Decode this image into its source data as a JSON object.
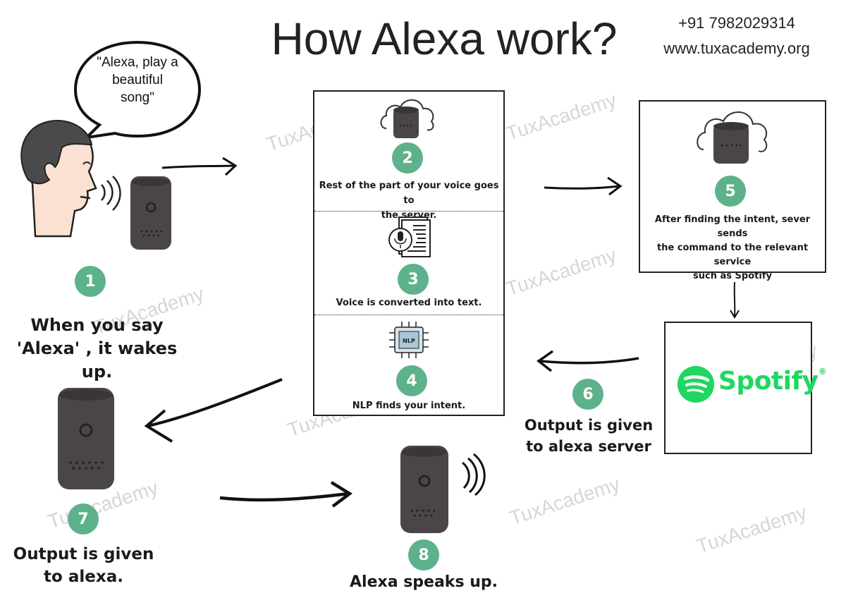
{
  "header": {
    "title": "How Alexa work?",
    "phone": "+91 7982029314",
    "website": "www.tuxacademy.org"
  },
  "speech_bubble": {
    "line1": "\"Alexa, play a",
    "line2": "beautiful",
    "line3": "song\""
  },
  "steps": {
    "s1": {
      "num": "1",
      "line1": "When you say",
      "line2": "'Alexa' , it wakes up."
    },
    "s2": {
      "num": "2",
      "line1": "Rest of the part of your voice goes to",
      "line2": "the server."
    },
    "s3": {
      "num": "3",
      "text": "Voice  is converted into text."
    },
    "s4": {
      "num": "4",
      "text": "NLP finds your intent.",
      "chip_label": "NLP"
    },
    "s5": {
      "num": "5",
      "line1": "After finding the intent, sever sends",
      "line2": "the command to the relevant service",
      "line3": "such as Spotify"
    },
    "s6": {
      "num": "6",
      "line1": "Output is given",
      "line2": "to alexa server"
    },
    "s7": {
      "num": "7",
      "line1": "Output is given",
      "line2": "to alexa."
    },
    "s8": {
      "num": "8",
      "text": "Alexa speaks up."
    }
  },
  "spotify": {
    "wordmark": "Spotify",
    "reg": "®"
  },
  "watermark": {
    "text": "TuxAcademy"
  },
  "colors": {
    "step_green": "#5db28c",
    "speaker_gray": "#4a4648",
    "spotify_green": "#1ed760",
    "skin": "#fbe1d2",
    "hair": "#4a4a4c"
  },
  "icons": [
    "person-icon",
    "speaker-icon",
    "cloud-server-icon",
    "voice-document-icon",
    "nlp-chip-icon",
    "spotify-logo-icon",
    "arrow-icon"
  ]
}
